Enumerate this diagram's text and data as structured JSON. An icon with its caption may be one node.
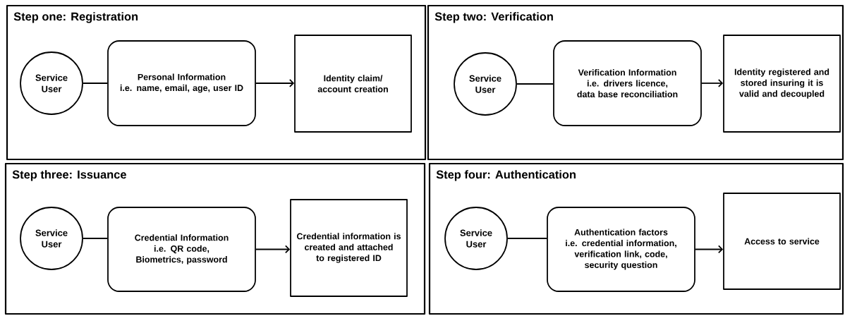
{
  "diagram": {
    "nodes": [
      {
        "text": [
          "Step one: Registration"
        ]
      },
      {
        "text": [
          "Service User"
        ],
        "in": 0
      },
      {
        "text": [
          "Personal Information",
          "i.e. name, email, age, user ID"
        ],
        "in": 0
      },
      {
        "text": [
          "Identity claim/ account creation"
        ],
        "in": 0
      },
      {
        "text": [
          "Step two: Verification"
        ]
      },
      {
        "text": [
          "Service User"
        ],
        "in": 4
      },
      {
        "text": [
          "Verification Information",
          "i.e. drivers licence, data base reconciliation"
        ],
        "in": 4
      },
      {
        "text": [
          "Identity registered and stored insuring it is valid and decoupled"
        ],
        "in": 4
      },
      {
        "text": [
          "Step three: Issuance"
        ]
      },
      {
        "text": [
          "Service User"
        ],
        "in": 8
      },
      {
        "text": [
          "Credential Information",
          "i.e. QR code, Biometrics, password"
        ],
        "in": 8
      },
      {
        "text": [
          "Credential information is created and attached to registered ID"
        ],
        "in": 8
      },
      {
        "text": [
          "Step four: Authentication"
        ]
      },
      {
        "text": [
          "Service User"
        ],
        "in": 12
      },
      {
        "text": [
          "Authentication factors",
          "i.e. credential information, verification link, code, security question"
        ],
        "in": 12
      },
      {
        "text": [
          "Access to service"
        ],
        "in": 12
      }
    ],
    "edges": [
      {
        "from": 1,
        "to": 2,
        "arrow": "none"
      },
      {
        "from": 2,
        "to": 3,
        "arrow": "to"
      },
      {
        "from": 5,
        "to": 6,
        "arrow": "none"
      },
      {
        "from": 6,
        "to": 7,
        "arrow": "to"
      },
      {
        "from": 9,
        "to": 10,
        "arrow": "none"
      },
      {
        "from": 10,
        "to": 11,
        "arrow": "to"
      },
      {
        "from": 13,
        "to": 14,
        "arrow": "none"
      },
      {
        "from": 14,
        "to": 15,
        "arrow": "to"
      }
    ]
  }
}
